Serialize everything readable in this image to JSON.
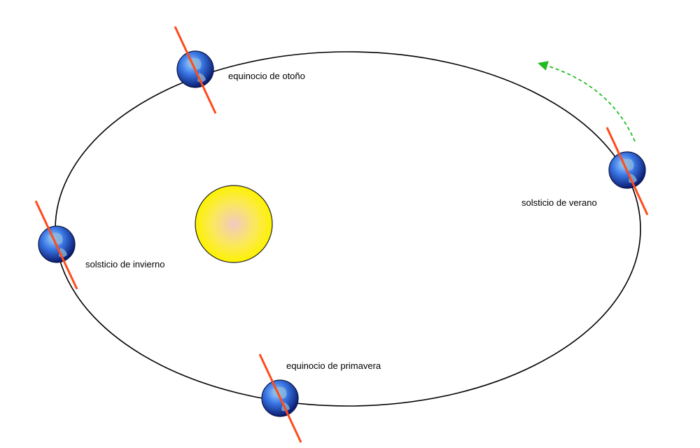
{
  "diagram": {
    "labels": {
      "autumn_equinox": "equinocio de otoño",
      "summer_solstice": "solsticio de verano",
      "winter_solstice": "solsticio de invierno",
      "spring_equinox": "equinocio de primavera"
    },
    "colors": {
      "background": "#ffffff",
      "orbit": "#000000",
      "sun_fill": "#fdf200",
      "sun_stroke": "#222222",
      "earth": "#2f5fd6",
      "axis": "#ff4a1a",
      "arrow": "#22bb22"
    },
    "icons": {
      "sun": "sun-icon",
      "earth": "earth-icon",
      "direction": "orbit-direction-arrow"
    }
  }
}
